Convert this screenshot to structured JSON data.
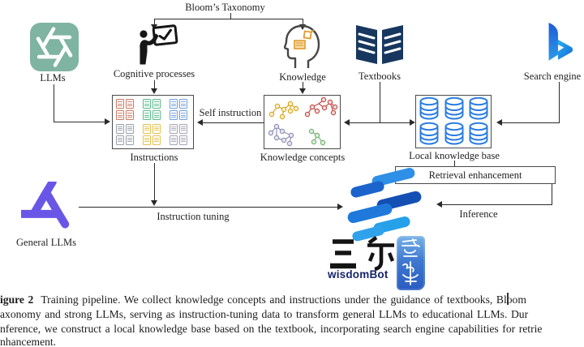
{
  "figure": {
    "taxonomy_label": "Bloom’s Taxonomy",
    "llms_label": "LLMs",
    "cognitive_label": "Cognitive processes",
    "knowledge_label": "Knowledge",
    "textbooks_label": "Textbooks",
    "search_label": "Search engine",
    "instructions_label": "Instructions",
    "concepts_label": "Knowledge concepts",
    "kb_label": "Local knowledge base",
    "general_llms_label": "General LLMs",
    "retrieval_label": "Retrieval enhancement",
    "self_instruction_label": "Self instruction",
    "instruction_tuning_label": "Instruction tuning",
    "inference_label": "Inference",
    "wisdombot": {
      "cn": "三乐",
      "en": "wisdomBot",
      "seal": "智海"
    }
  },
  "caption": {
    "fig_bold": "igure 2",
    "line1": "Training pipeline. We collect knowledge concepts and instructions under the guidance of textbooks, Bloom",
    "line2": "axonomy and strong LLMs, serving as instruction-tuning data to transform general LLMs to educational LLMs. Dur",
    "line3": "nference, we construct a local knowledge base based on the textbook, incorporating search engine capabilities for retrie",
    "line4": "nhancement."
  },
  "colors": {
    "openai_green": "#7eb4a1",
    "textbook_navy": "#17375e",
    "bing_blue_dark": "#1b5cd6",
    "bing_blue_cyan": "#25b3f0",
    "db_blue": "#2b7de0",
    "general_llm_purple": "#6a56e6",
    "wisdombot_navy": "#15266b",
    "seal_blue": "#2e62c4",
    "doc_groups": [
      "#c9785f",
      "#58b98a",
      "#6f9fd8",
      "#98a0a8",
      "#e2c14f",
      "#a4a4b6"
    ],
    "clusters": [
      "#d9a520",
      "#c0504d",
      "#9090b8",
      "#74b474"
    ],
    "s_bars": [
      "#2e8fe6",
      "#1b64cc",
      "#1450b4",
      "#1e79da",
      "#27a0ea",
      "#30a2ec"
    ]
  }
}
